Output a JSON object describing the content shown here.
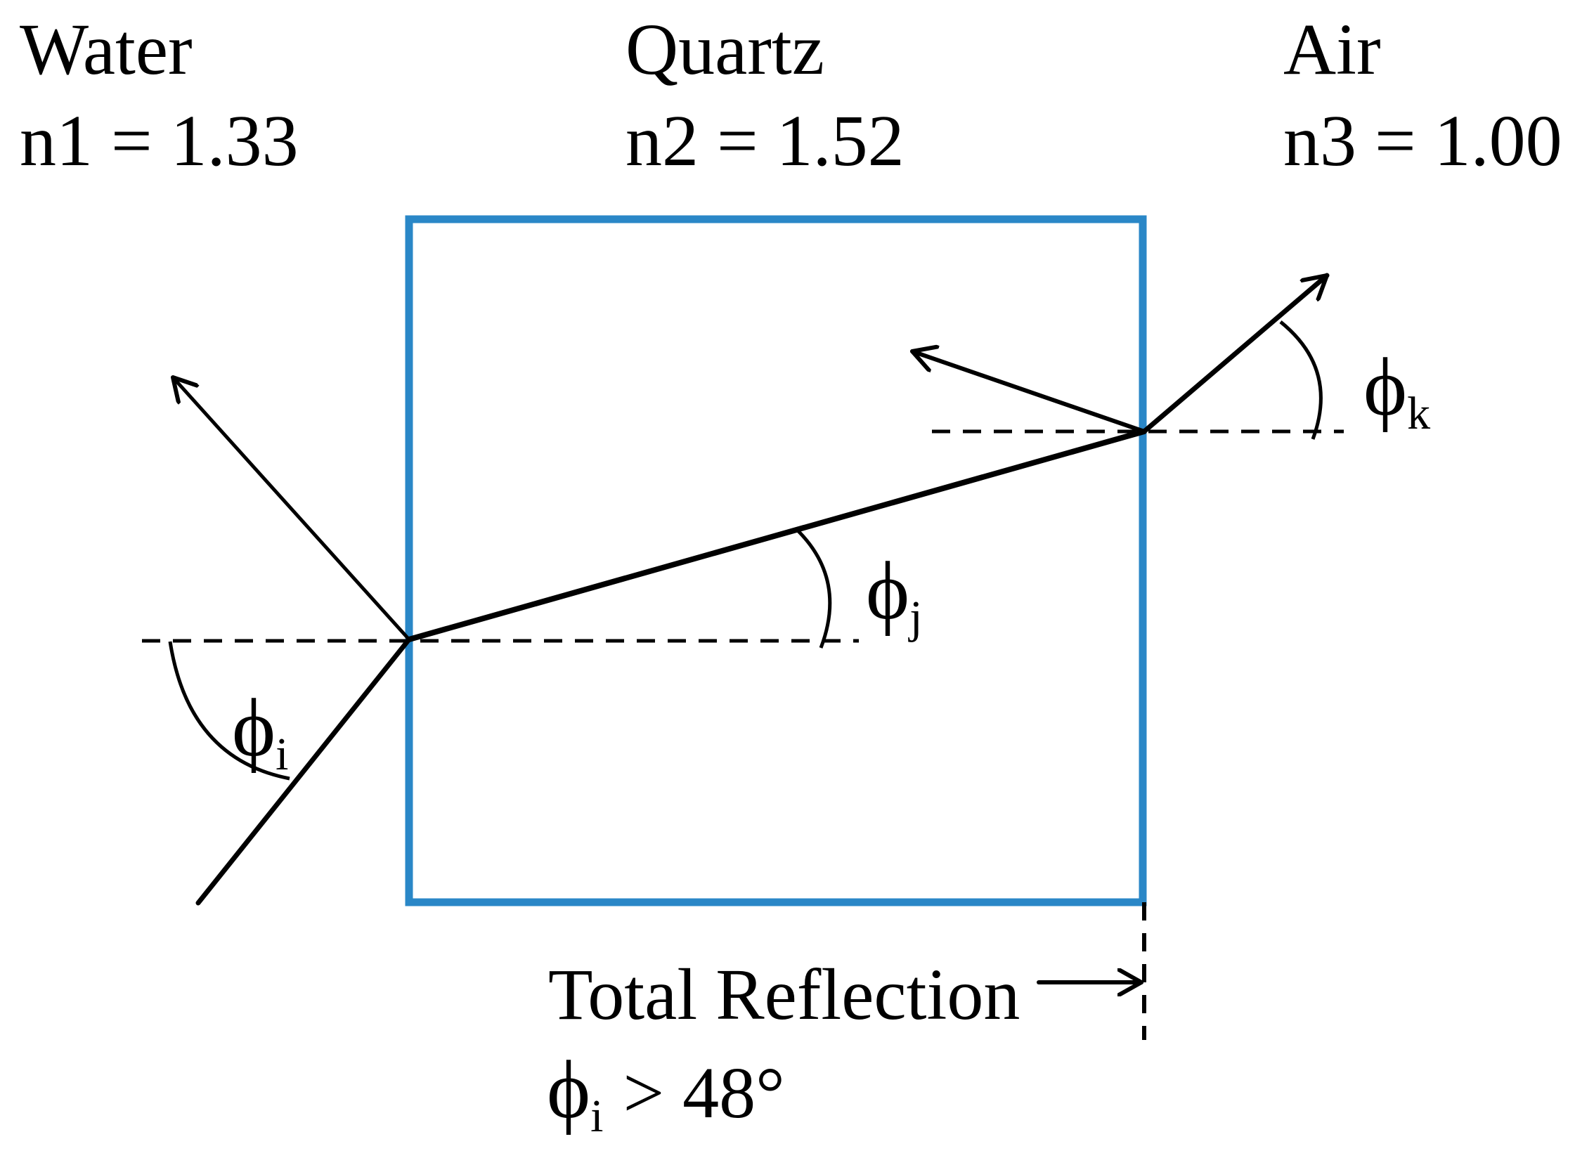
{
  "media": {
    "left": {
      "name": "Water",
      "index": "n1 = 1.33"
    },
    "middle": {
      "name": "Quartz",
      "index": "n2 = 1.52"
    },
    "right": {
      "name": "Air",
      "index": "n3 = 1.00"
    }
  },
  "angles": {
    "i": {
      "symbol": "ϕ",
      "subscript": "i"
    },
    "j": {
      "symbol": "ϕ",
      "subscript": "j"
    },
    "k": {
      "symbol": "ϕ",
      "subscript": "k"
    }
  },
  "condition": {
    "title": "Total Reflection",
    "symbol": "ϕ",
    "subscript": "i",
    "relation": "> 48°"
  },
  "colors": {
    "quartz_outline": "#2a87c7",
    "rays": "#000000"
  }
}
